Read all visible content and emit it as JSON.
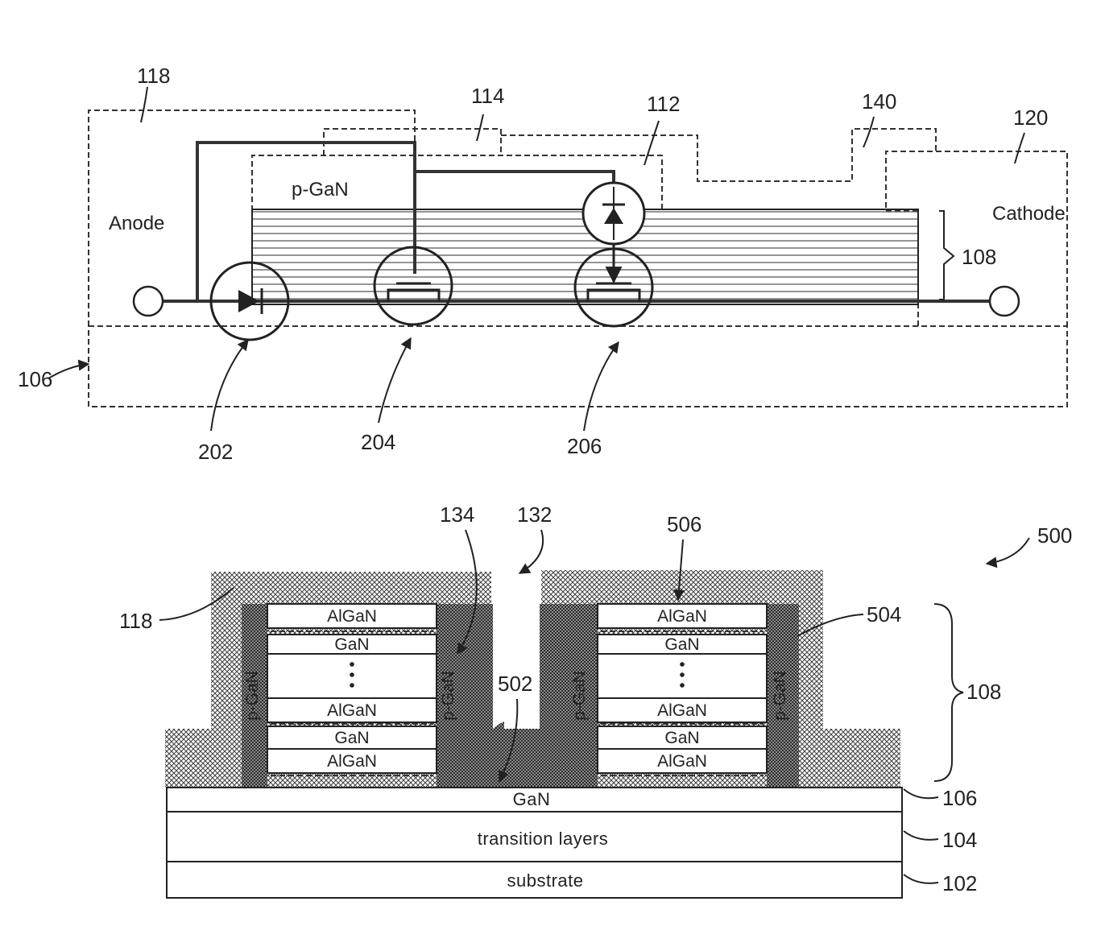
{
  "top_figure": {
    "terminals": {
      "anode": "Anode",
      "cathode": "Cathode"
    },
    "layer_label": "p-GaN",
    "refs": {
      "r118": "118",
      "r114": "114",
      "r112": "112",
      "r140": "140",
      "r120": "120",
      "r108": "108",
      "r106": "106",
      "r202": "202",
      "r204": "204",
      "r206": "206"
    }
  },
  "bottom_figure": {
    "stack_layers": [
      "AlGaN",
      "GaN",
      "AlGaN",
      "GaN",
      "AlGaN"
    ],
    "base_layers": {
      "gan": "GaN",
      "transition": "transition layers",
      "substrate": "substrate"
    },
    "side_label": "p-GaN",
    "refs": {
      "r500": "500",
      "r506": "506",
      "r504": "504",
      "r108": "108",
      "r106": "106",
      "r104": "104",
      "r102": "102",
      "r118": "118",
      "r134": "134",
      "r132": "132",
      "r502": "502"
    }
  }
}
